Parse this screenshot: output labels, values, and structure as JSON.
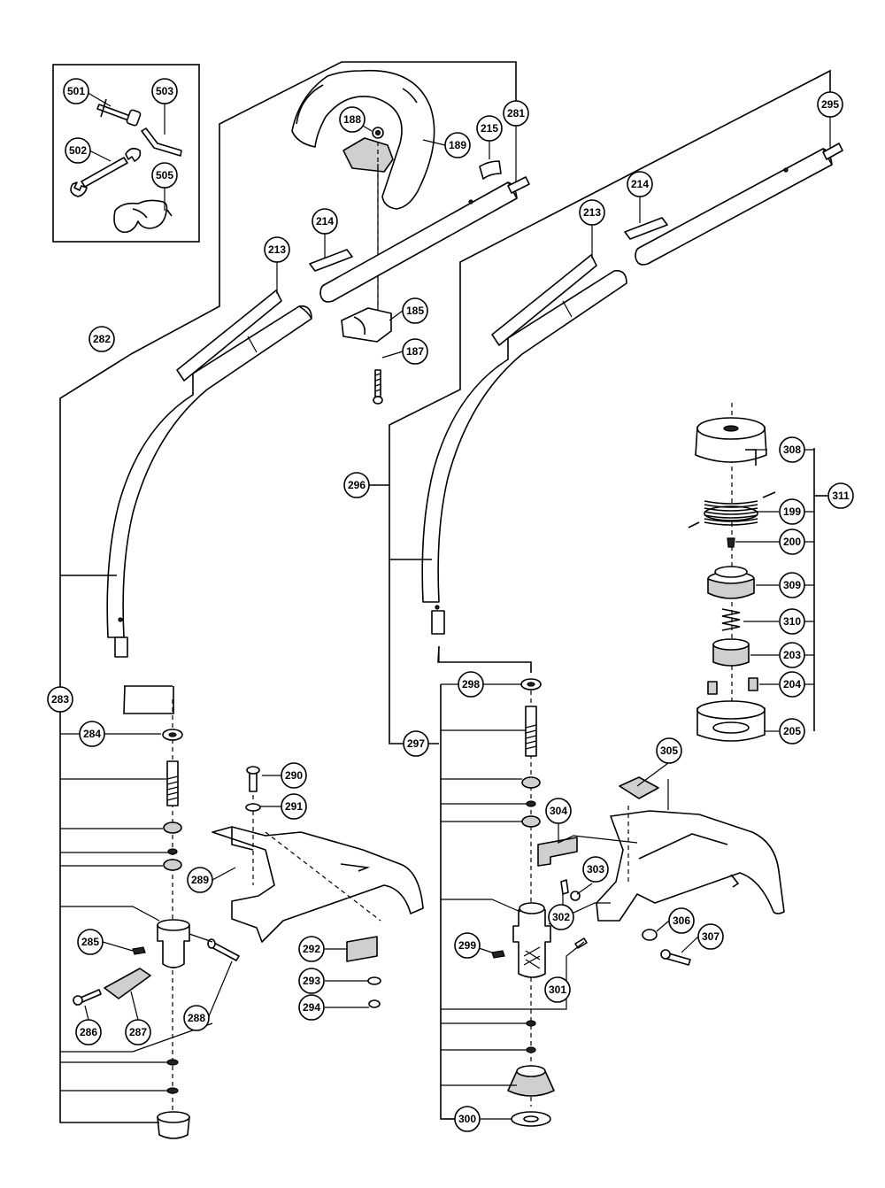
{
  "parts": [
    {
      "id": "p501",
      "label": "501"
    },
    {
      "id": "p503",
      "label": "503"
    },
    {
      "id": "p502",
      "label": "502"
    },
    {
      "id": "p505",
      "label": "505"
    },
    {
      "id": "p188",
      "label": "188"
    },
    {
      "id": "p189",
      "label": "189"
    },
    {
      "id": "p215",
      "label": "215"
    },
    {
      "id": "p281",
      "label": "281"
    },
    {
      "id": "p295",
      "label": "295"
    },
    {
      "id": "p214a",
      "label": "214"
    },
    {
      "id": "p214b",
      "label": "214"
    },
    {
      "id": "p213a",
      "label": "213"
    },
    {
      "id": "p213b",
      "label": "213"
    },
    {
      "id": "p185",
      "label": "185"
    },
    {
      "id": "p187",
      "label": "187"
    },
    {
      "id": "p282",
      "label": "282"
    },
    {
      "id": "p296",
      "label": "296"
    },
    {
      "id": "p308",
      "label": "308"
    },
    {
      "id": "p311",
      "label": "311"
    },
    {
      "id": "p199",
      "label": "199"
    },
    {
      "id": "p200",
      "label": "200"
    },
    {
      "id": "p309",
      "label": "309"
    },
    {
      "id": "p310",
      "label": "310"
    },
    {
      "id": "p203",
      "label": "203"
    },
    {
      "id": "p204",
      "label": "204"
    },
    {
      "id": "p205",
      "label": "205"
    },
    {
      "id": "p283",
      "label": "283"
    },
    {
      "id": "p284",
      "label": "284"
    },
    {
      "id": "p298",
      "label": "298"
    },
    {
      "id": "p297",
      "label": "297"
    },
    {
      "id": "p305",
      "label": "305"
    },
    {
      "id": "p290",
      "label": "290"
    },
    {
      "id": "p291",
      "label": "291"
    },
    {
      "id": "p304",
      "label": "304"
    },
    {
      "id": "p303",
      "label": "303"
    },
    {
      "id": "p289",
      "label": "289"
    },
    {
      "id": "p302",
      "label": "302"
    },
    {
      "id": "p306",
      "label": "306"
    },
    {
      "id": "p307",
      "label": "307"
    },
    {
      "id": "p285",
      "label": "285"
    },
    {
      "id": "p292",
      "label": "292"
    },
    {
      "id": "p299",
      "label": "299"
    },
    {
      "id": "p293",
      "label": "293"
    },
    {
      "id": "p301",
      "label": "301"
    },
    {
      "id": "p294",
      "label": "294"
    },
    {
      "id": "p286",
      "label": "286"
    },
    {
      "id": "p287",
      "label": "287"
    },
    {
      "id": "p288",
      "label": "288"
    },
    {
      "id": "p300",
      "label": "300"
    }
  ]
}
